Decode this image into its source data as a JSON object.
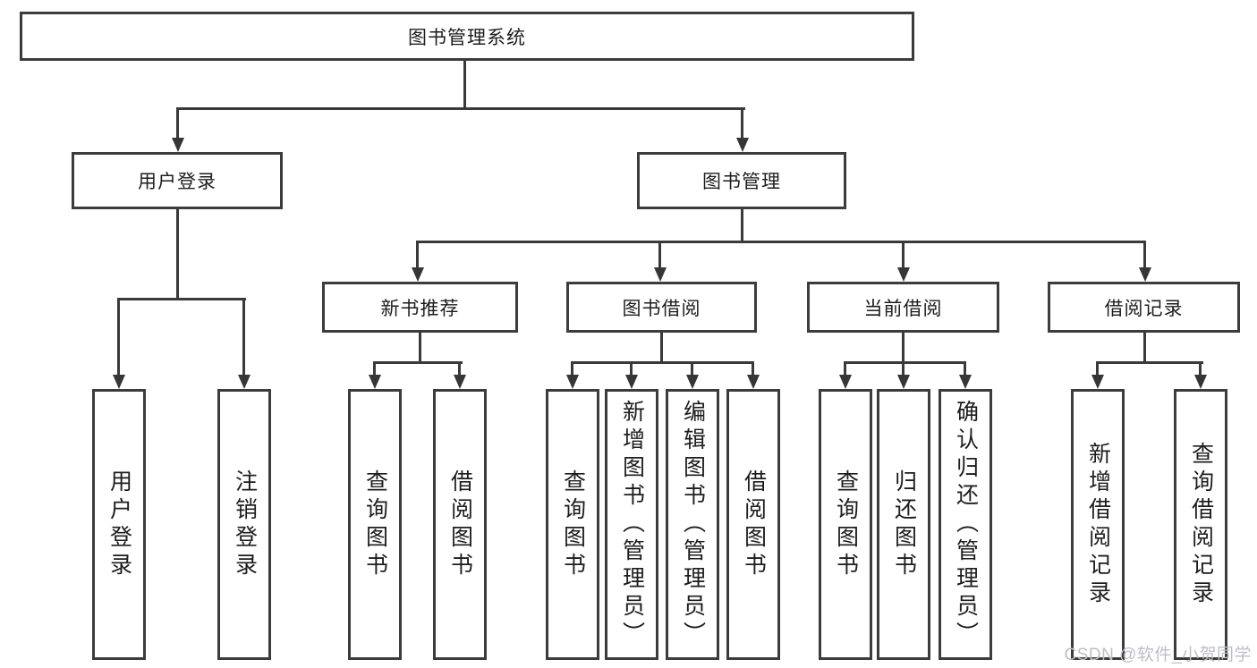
{
  "diagram": {
    "root": "图书管理系统",
    "level2": {
      "user_login": "用户登录",
      "book_mgmt": "图书管理"
    },
    "level3": {
      "new_book_rec": "新书推荐",
      "book_borrow": "图书借阅",
      "current_borrow": "当前借阅",
      "borrow_records": "借阅记录"
    },
    "leaves": {
      "user_login_leaf": "用户登录",
      "logout": "注销登录",
      "rec_query_book": "查询图书",
      "rec_borrow_book": "借阅图书",
      "bb_query_book": "查询图书",
      "bb_add_book": "新增图书（管理员）",
      "bb_edit_book": "编辑图书（管理员）",
      "bb_borrow_book": "借阅图书",
      "cb_query_book": "查询图书",
      "cb_return_book": "归还图书",
      "cb_confirm_return": "确认归还（管理员）",
      "br_add_record": "新增借阅记录",
      "br_query_record": "查询借阅记录"
    },
    "watermark": "CSDN @软件_小贺同学"
  },
  "colors": {
    "line": "#3a3a3a",
    "border": "#3c3c3c",
    "text": "#1d1d1d",
    "watermark": "#bcc0c6",
    "background": "#ffffff"
  }
}
